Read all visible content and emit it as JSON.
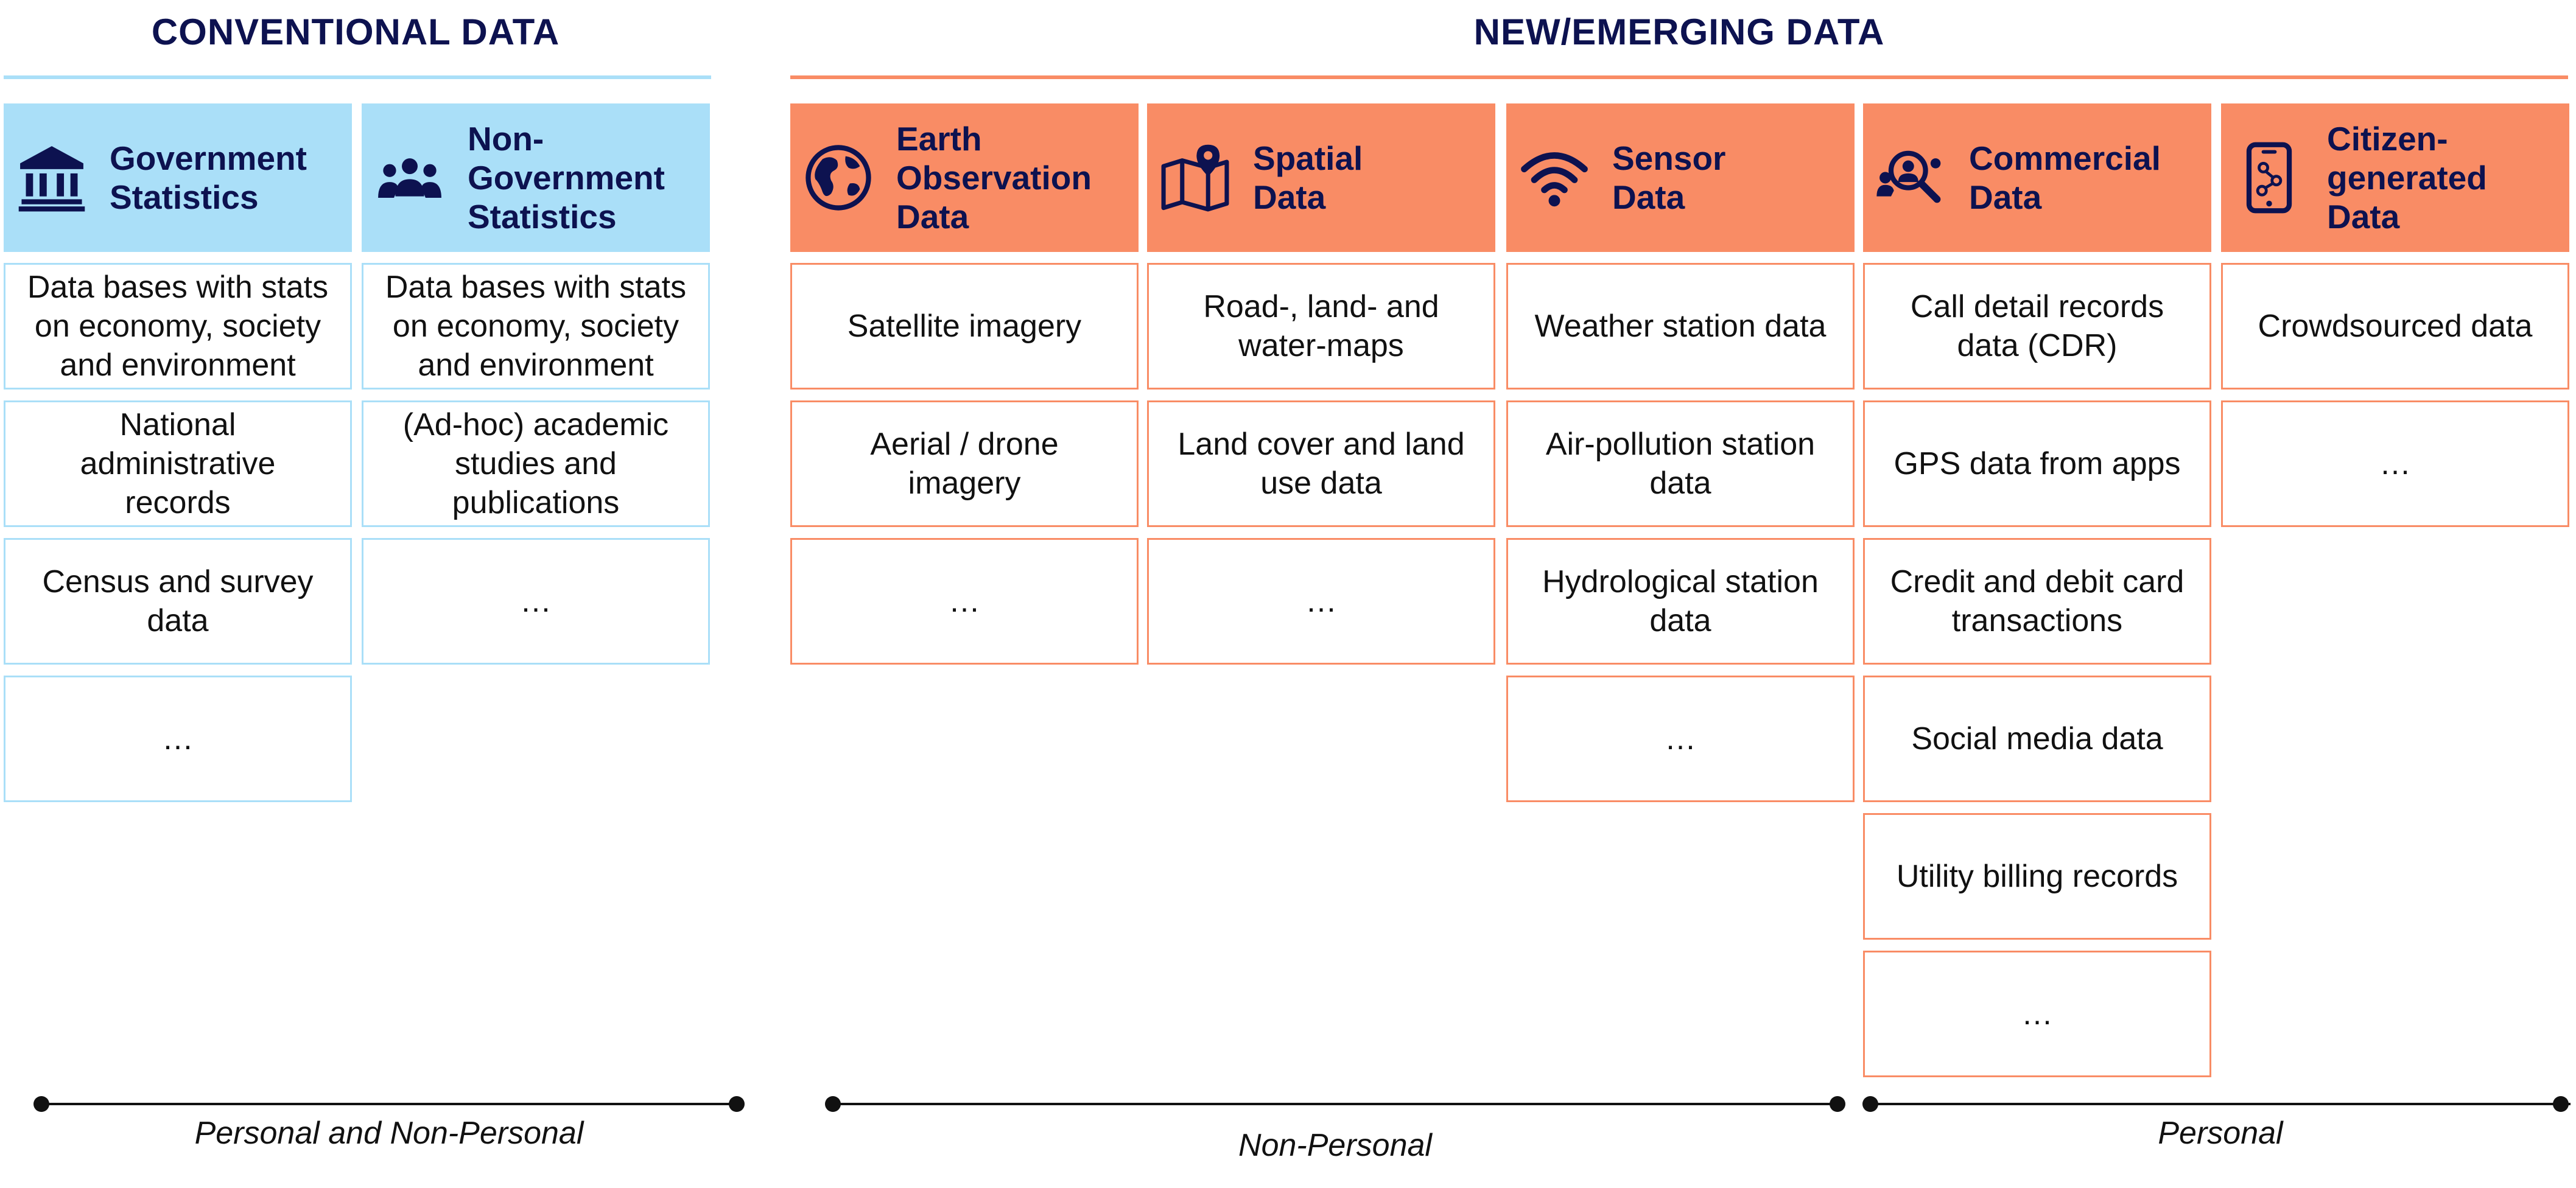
{
  "colors": {
    "conventional": "#aadff8",
    "emerging": "#f98c65",
    "title": "#0d1250"
  },
  "conventional": {
    "title": "CONVENTIONAL DATA",
    "columns": [
      {
        "label": "Government\nStatistics",
        "icon": "government-building-icon",
        "items": [
          "Data bases with stats\non economy, society\nand environment",
          "National\nadministrative\nrecords",
          "Census and survey\ndata",
          "…"
        ]
      },
      {
        "label": "Non-\nGovernment\nStatistics",
        "icon": "people-group-icon",
        "items": [
          "Data bases with stats\non economy, society\nand environment",
          "(Ad-hoc) academic\nstudies and\npublications",
          "…"
        ]
      }
    ]
  },
  "emerging": {
    "title": "NEW/EMERGING DATA",
    "columns": [
      {
        "label": "Earth\nObservation\nData",
        "icon": "globe-icon",
        "items": [
          "Satellite imagery",
          "Aerial / drone\nimagery",
          "…"
        ]
      },
      {
        "label": "Spatial\nData",
        "icon": "map-pin-icon",
        "items": [
          "Road-, land- and\nwater-maps",
          "Land cover and land\nuse data",
          "…"
        ]
      },
      {
        "label": "Sensor\nData",
        "icon": "wifi-signal-icon",
        "items": [
          "Weather station data",
          "Air-pollution station\ndata",
          "Hydrological station\ndata",
          "…"
        ]
      },
      {
        "label": "Commercial\nData",
        "icon": "people-search-icon",
        "items": [
          "Call detail records\ndata (CDR)",
          "GPS data from apps",
          "Credit and debit card\ntransactions",
          "Social media data",
          "Utility billing records",
          "…"
        ]
      },
      {
        "label": "Citizen-\ngenerated\nData",
        "icon": "smartphone-network-icon",
        "items": [
          "Crowdsourced data",
          "…"
        ]
      }
    ]
  },
  "scales": {
    "personal_and_non_personal": "Personal and Non-Personal",
    "non_personal": "Non-Personal",
    "personal": "Personal"
  }
}
